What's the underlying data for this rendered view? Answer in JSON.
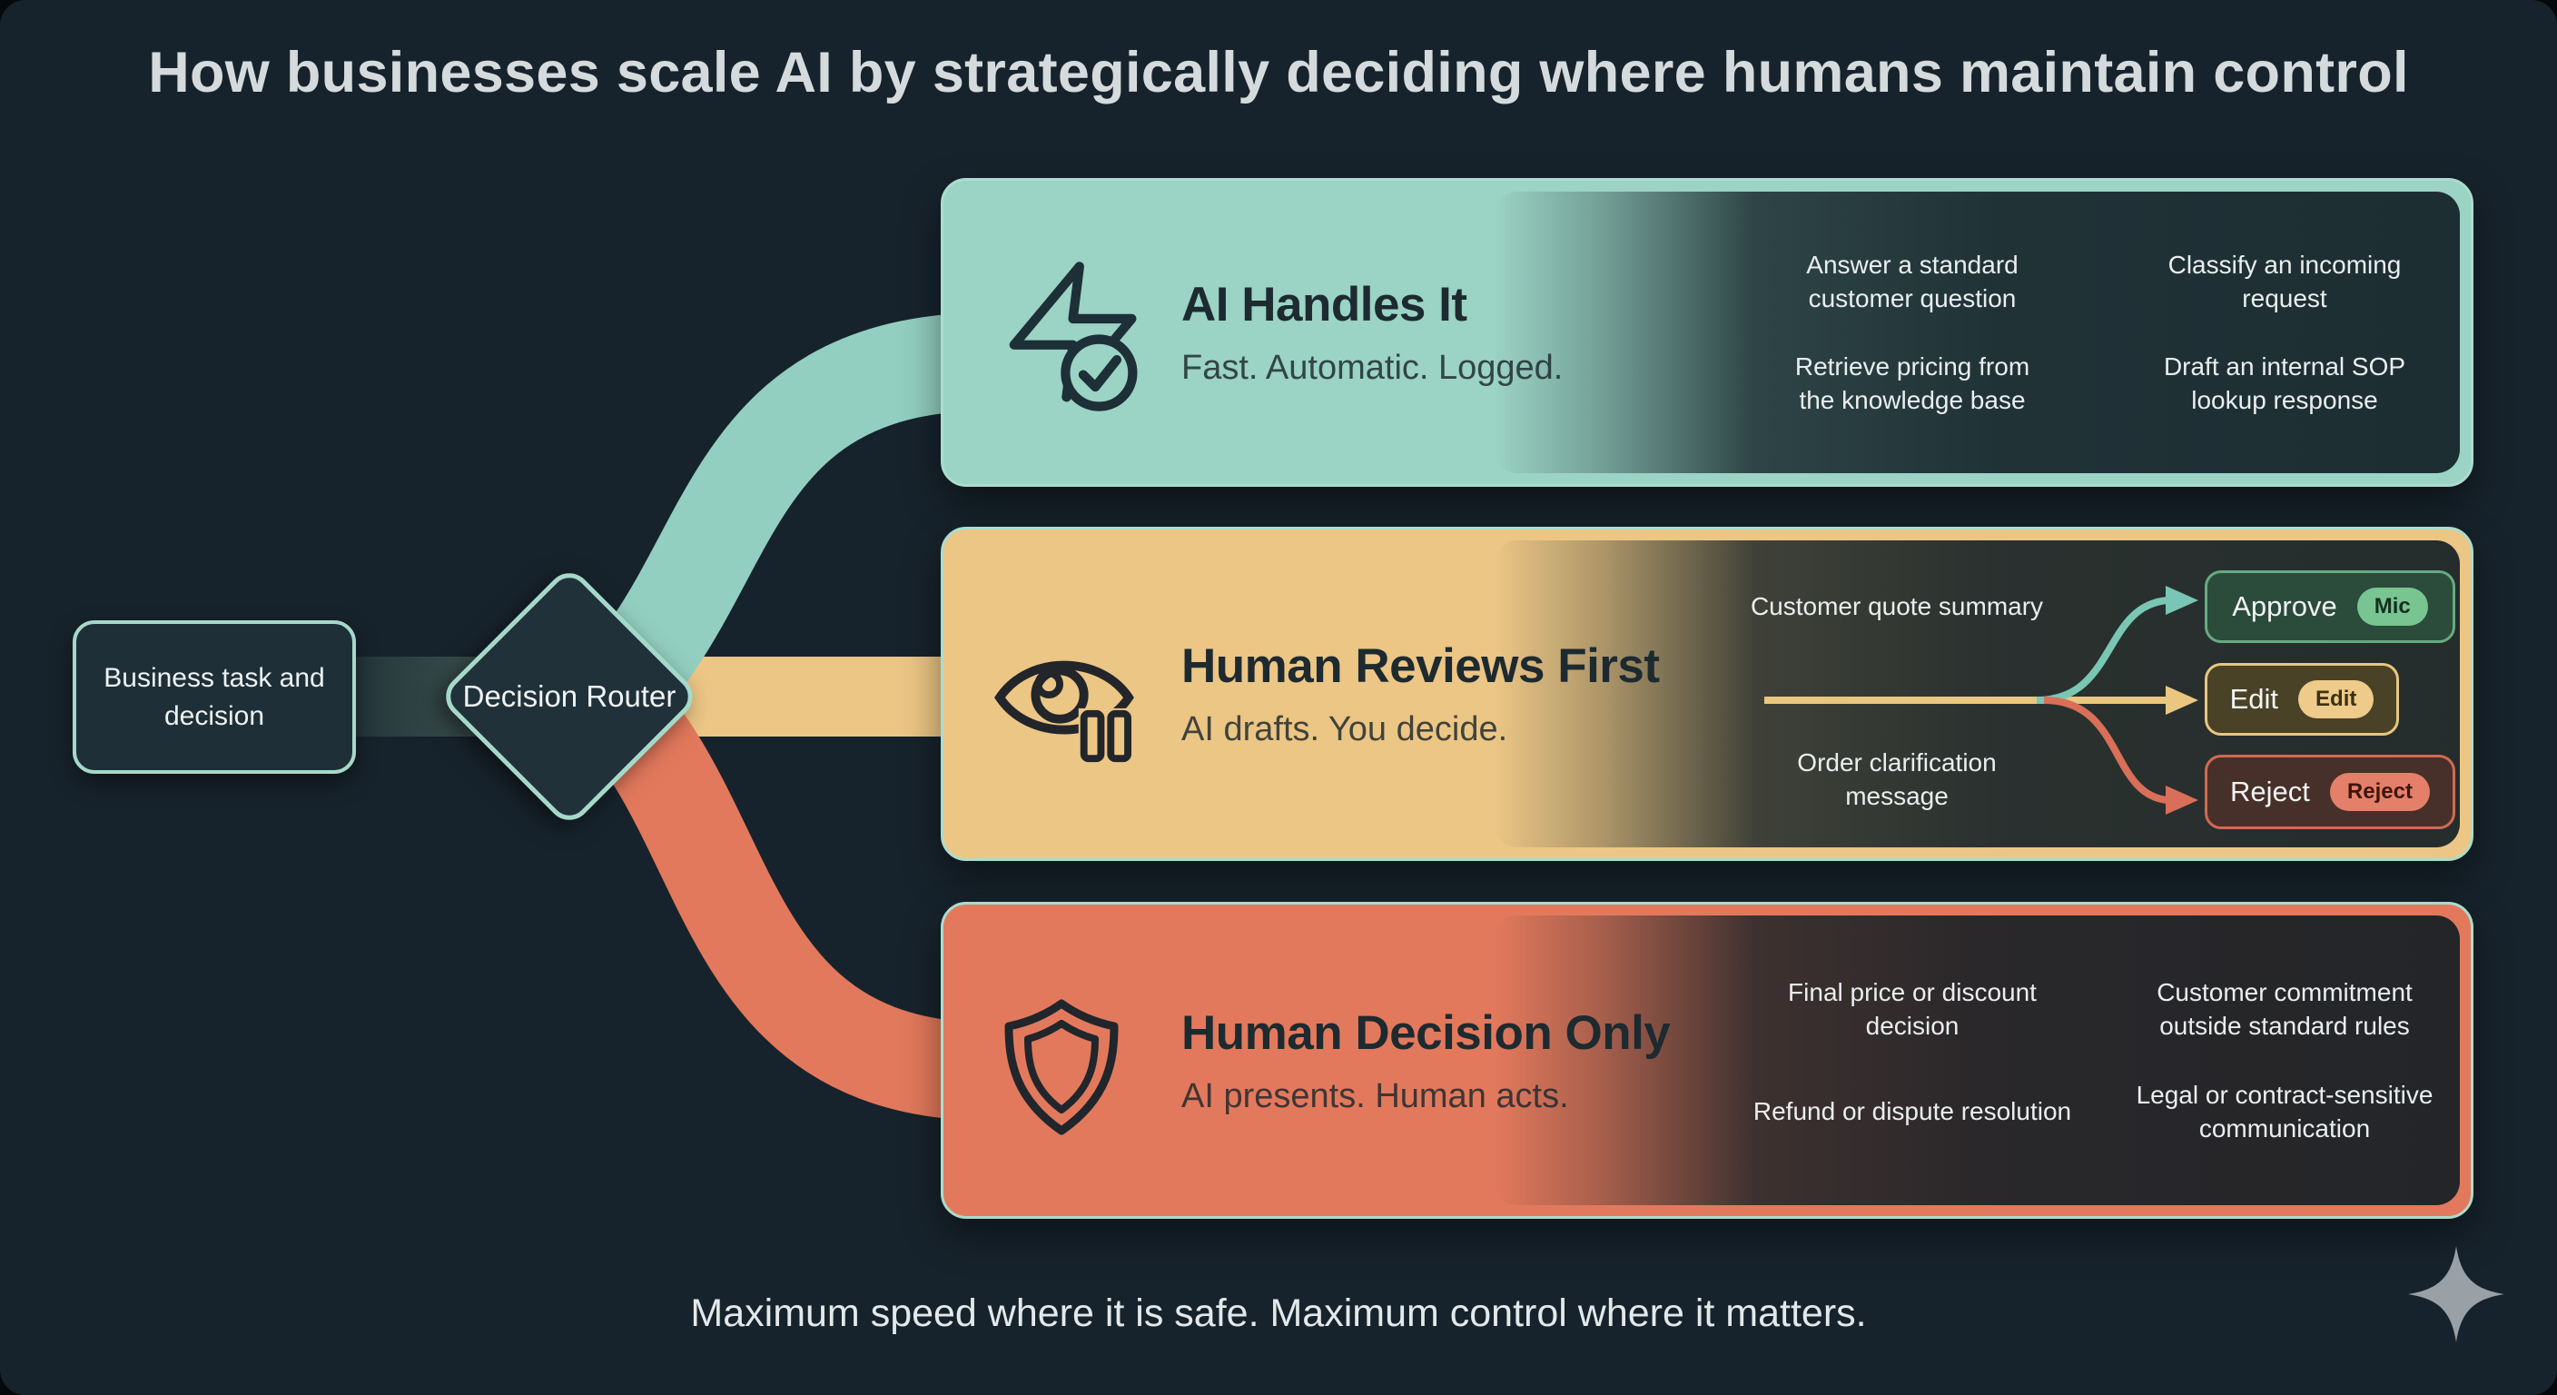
{
  "title": "How businesses scale AI by strategically deciding where humans maintain control",
  "tagline": "Maximum speed where it is safe. Maximum control where it matters.",
  "flow": {
    "input_label": "Business task and decision",
    "router_label": "Decision Router"
  },
  "branches": [
    {
      "title": "AI Handles It",
      "subtitle": "Fast. Automatic. Logged.",
      "icon": "lightning-check-icon",
      "color": "#9bd3c4",
      "examples": [
        "Answer a standard customer question",
        "Classify an incoming request",
        "Retrieve pricing from the knowledge base",
        "Draft an internal SOP lookup response"
      ]
    },
    {
      "title": "Human Reviews First",
      "subtitle": "AI drafts. You decide.",
      "icon": "eye-review-icon",
      "color": "#ecc685",
      "examples": [
        "Customer quote summary",
        "Order clarification message"
      ],
      "actions": [
        {
          "label": "Approve",
          "badge": "Mic"
        },
        {
          "label": "Edit",
          "badge": "Edit"
        },
        {
          "label": "Reject",
          "badge": "Reject"
        }
      ]
    },
    {
      "title": "Human Decision Only",
      "subtitle": "AI presents. Human acts.",
      "icon": "shield-icon",
      "color": "#e3795c",
      "examples": [
        "Final price or discount decision",
        "Customer commitment outside standard rules",
        "Refund or dispute resolution",
        "Legal or contract-sensitive communication"
      ]
    }
  ],
  "colors": {
    "background": "#17232c",
    "teal": "#9bd3c4",
    "yellow": "#ecc685",
    "orange": "#e3795c",
    "card_border": "#abdccd",
    "approve_green": "#79c591",
    "reject_red": "#e4806a",
    "dark_panel": "#0f1c23"
  }
}
